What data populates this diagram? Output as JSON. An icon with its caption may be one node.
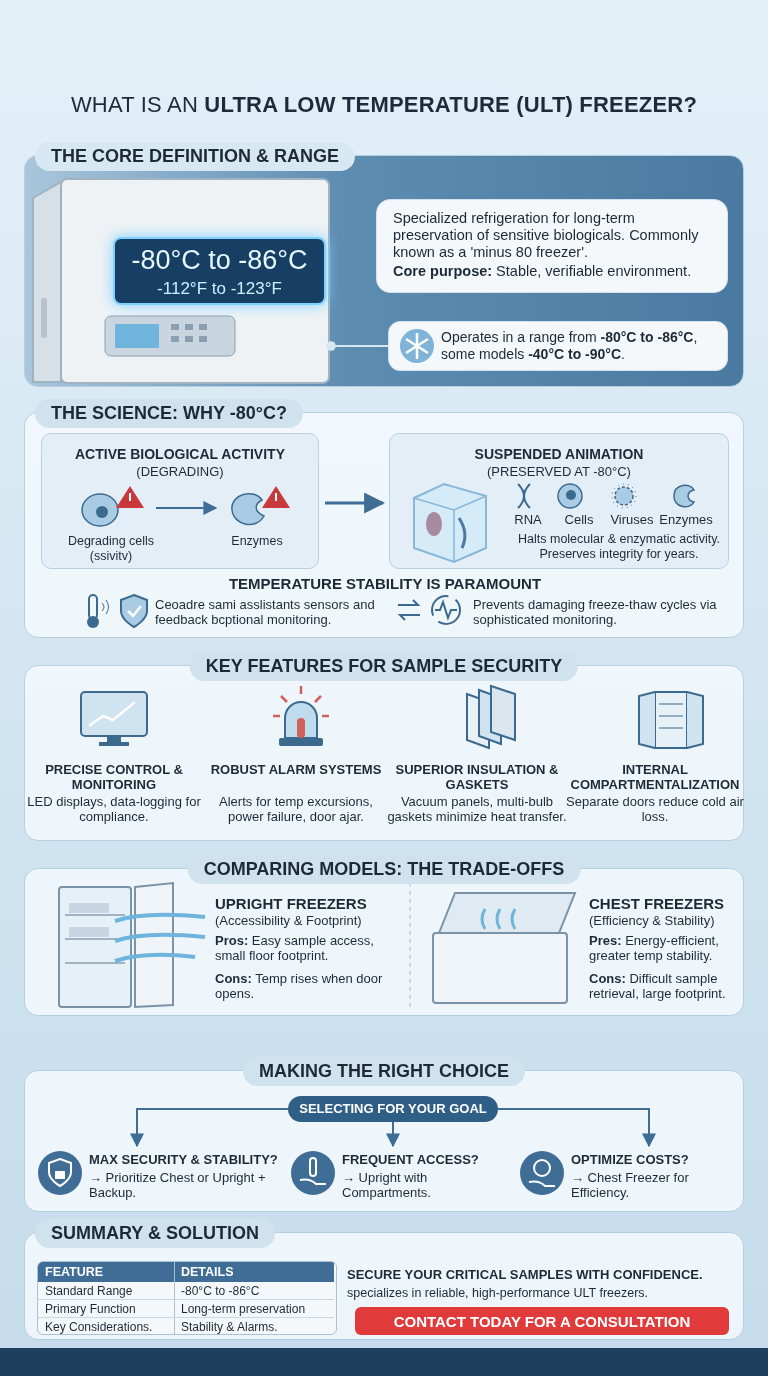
{
  "diagram": {
    "title": "WHAT IS AN **ULTRA LOW TEMPERATURE (ULT) FREEZER?**",
    "nodes": [
      {
        "text": [
          "THE CORE DEFINITION & RANGE"
        ]
      },
      {
        "text": [],
        "shape": "picture",
        "in": 0
      },
      {
        "text": [
          "-80°C to -86°C",
          "-112°F to -123°F"
        ],
        "in": 1
      },
      {
        "text": [
          "Specialized refrigeration for long-term preservation of sensitive biologicals. Commonly known as a 'minus 80 freezer'.",
          "**Core purpose:** Stable, verifiable environment."
        ],
        "in": 0
      },
      {
        "text": [
          "Operates in a range from **-80°C to -86°C**, some models **-40°C to -90°C**."
        ],
        "in": 0
      },
      {
        "text": [
          "THE SCIENCE: WHY -80°C?"
        ]
      },
      {
        "text": [
          "ACTIVE BIOLOGICAL ACTIVITY",
          "(DEGRADING)"
        ],
        "in": 5
      },
      {
        "text": [
          "Degrading cells (ssivitv)"
        ],
        "in": 6
      },
      {
        "text": [
          "Enzymes"
        ],
        "in": 6
      },
      {
        "text": [
          "SUSPENDED ANIMATION",
          "(PRESERVED AT -80°C)",
          "Halts molecular & enzymatic activity. Preserves integrity for years."
        ],
        "in": 5
      },
      {
        "text": [
          "KEY FEATURES FOR SAMPLE SECURITY"
        ]
      },
      {
        "text": [
          "COMPARING MODELS: THE TRADE-OFFS"
        ]
      },
      {
        "text": [
          "MAKING THE RIGHT CHOICE"
        ]
      },
      {
        "text": [
          "SELECTING FOR YOUR GOAL"
        ],
        "in": 12
      },
      {
        "text": [
          "MAX SECURITY & STABILITY?",
          "→ Prioritize Chest or Upright + Backup."
        ],
        "in": 12
      },
      {
        "text": [
          "FREQUENT ACCESS?",
          "→ Upright with Compartments."
        ],
        "in": 12
      },
      {
        "text": [
          "OPTIMIZE COSTS?",
          "→ Chest Freezer for Efficiency."
        ],
        "in": 12
      },
      {
        "text": [
          "SUMMARY & SOLUTION"
        ]
      },
      {
        "text": [
          "CONTACT TODAY FOR A CONSULTATION"
        ],
        "in": 17
      }
    ],
    "edges": [
      {
        "from": 1,
        "to": 4,
        "arrow": "other",
        "color": "#d8e6f0"
      },
      {
        "from": 7,
        "to": 8,
        "arrow": "to"
      },
      {
        "from": 6,
        "to": 9,
        "arrow": "to"
      },
      {
        "from": 13,
        "to": 14,
        "arrow": "to"
      },
      {
        "from": 13,
        "to": 15,
        "arrow": "to"
      },
      {
        "from": 13,
        "to": 16,
        "arrow": "to"
      }
    ],
    "labels": [
      "RNA",
      "Cells",
      "Viruses",
      "Enzymes",
      "TEMPERATURE STABILITY IS PARAMOUNT",
      "Ceoadre sami asslistants sensors and feedback bcptional monitoring.",
      "Prevents damaging freeze-thaw cycles via sophisticated monitoring.",
      "PRECISE CONTROL & MONITORING",
      "LED displays, data-logging for compliance.",
      "ROBUST ALARM SYSTEMS",
      "Alerts for temp excursions, power failure, door ajar.",
      "SUPERIOR INSULATION & GASKETS",
      "Vacuum panels, multi-bulb gaskets minimize heat transfer.",
      "INTERNAL COMPARTMENTALIZATION",
      "Separate doors reduce cold air loss.",
      "UPRIGHT FREEZERS",
      "(Accessibility & Footprint)",
      "**Pros:** Easy sample access, small floor footprint.",
      "**Cons:** Temp rises when door opens.",
      "CHEST FREEZERS",
      "(Efficiency & Stability)",
      "**Pres:** Energy-efficient, greater temp stability.",
      "**Cons:** Difficult sample retrieval, large footprint.",
      "FEATURE",
      "DETAILS",
      "Standard Range",
      "-80°C to -86°C",
      "Primary Function",
      "Long-term preservation",
      "Key Considerations.",
      "Stability & Alarms.",
      "SECURE YOUR CRITICAL SAMPLES WITH CONFIDENCE.",
      "specializes in reliable, high-performance ULT freezers."
    ]
  }
}
